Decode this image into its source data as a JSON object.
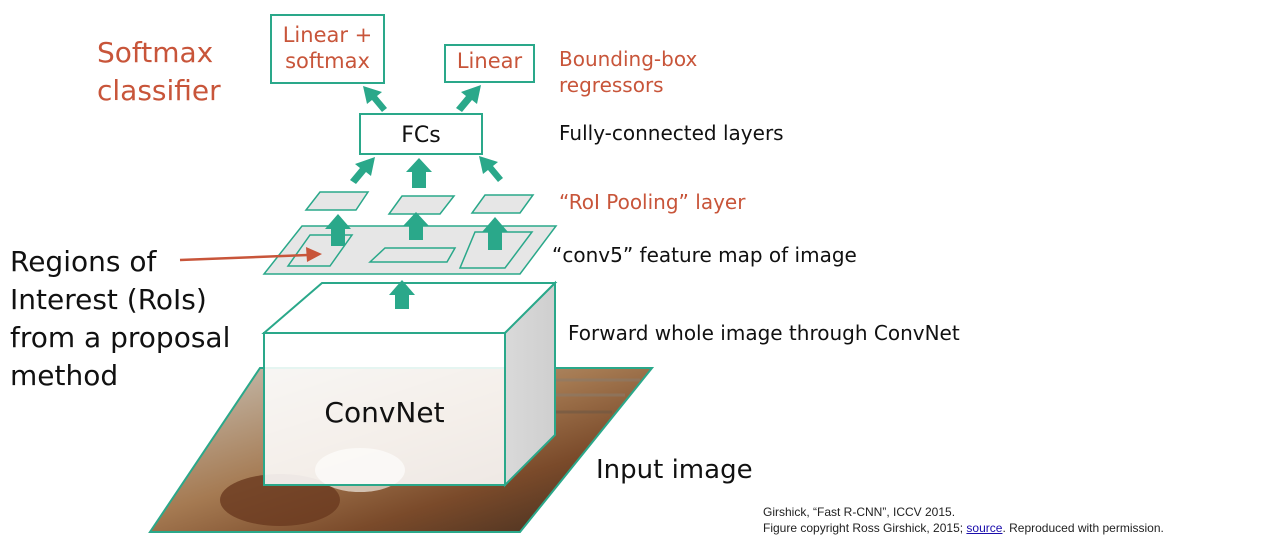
{
  "diagram": {
    "boxes": {
      "linear_softmax": [
        "Linear +",
        "softmax"
      ],
      "linear": "Linear",
      "fcs": "FCs",
      "convnet": "ConvNet"
    },
    "labels": {
      "softmax_classifier": [
        "Softmax",
        "classifier"
      ],
      "bbox_regressors": [
        "Bounding-box",
        "regressors"
      ],
      "fully_connected": "Fully-connected layers",
      "roi_pooling": "“RoI Pooling” layer",
      "conv5": "“conv5” feature map of image",
      "forward": "Forward whole image through ConvNet",
      "input_image": "Input image",
      "rois": [
        "Regions of",
        "Interest (RoIs)",
        "from a proposal",
        "method"
      ]
    },
    "colors": {
      "teal": "#2aa88a",
      "orange": "#c8553a",
      "plate_gray": "#e6e6e6"
    }
  },
  "credit": {
    "line1": "Girshick, “Fast R-CNN”, ICCV 2015.",
    "line2_prefix": "Figure copyright Ross Girshick, 2015; ",
    "source_link": "source",
    "line2_suffix": ". Reproduced with permission."
  }
}
